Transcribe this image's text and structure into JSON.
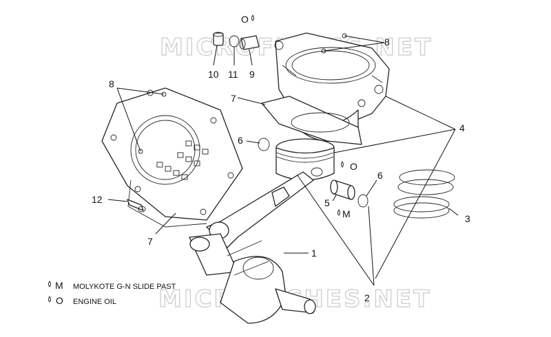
{
  "watermark": "MICROFICHES.NET",
  "callouts": {
    "c1": "1",
    "c2": "2",
    "c3": "3",
    "c4": "4",
    "c5": "5",
    "c6a": "6",
    "c6b": "6",
    "c7a": "7",
    "c7b": "7",
    "c8a": "8",
    "c8b": "8",
    "c9": "9",
    "c10": "10",
    "c11": "11",
    "c12": "12"
  },
  "markers": {
    "oil_top": "O",
    "oil_piston": "O",
    "moly_pin": "M"
  },
  "legend": [
    {
      "symbol": "M",
      "text": "MOLYKOTE G-N SLIDE PAST"
    },
    {
      "symbol": "O",
      "text": "ENGINE OIL"
    }
  ]
}
